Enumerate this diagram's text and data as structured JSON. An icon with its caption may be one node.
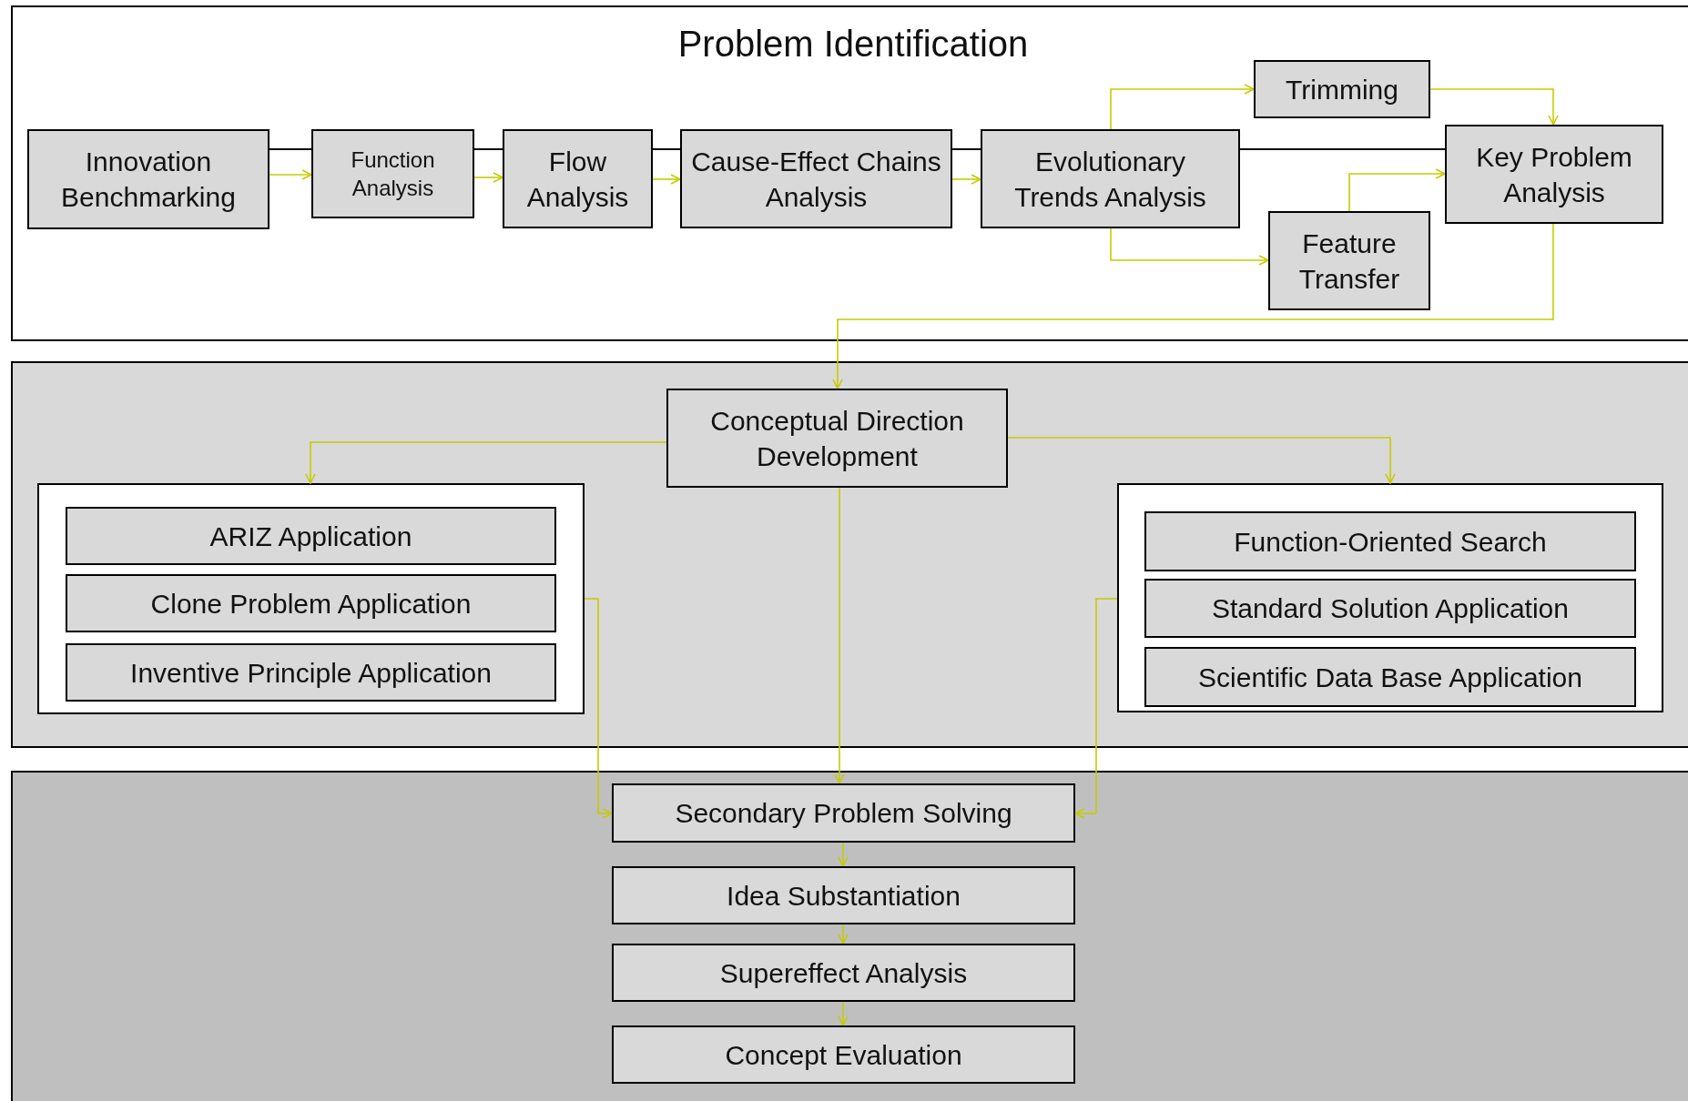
{
  "diagram": {
    "nodes": [
      {
        "text": [
          "Problem Identification"
        ]
      },
      {
        "text": [
          "Innovation Benchmarking"
        ],
        "in": 0
      },
      {
        "text": [
          "Function Analysis"
        ],
        "in": 0
      },
      {
        "text": [
          "Flow Analysis"
        ],
        "in": 0
      },
      {
        "text": [
          "Cause-Effect Chains Analysis"
        ],
        "in": 0
      },
      {
        "text": [
          "Evolutionary Trends Analysis"
        ],
        "in": 0
      },
      {
        "text": [
          "Trimming"
        ],
        "in": 0
      },
      {
        "text": [
          "Key Problem Analysis"
        ],
        "in": 0
      },
      {
        "text": [
          "Feature Transfer"
        ],
        "in": 0
      },
      {
        "text": [],
        "shape": "box"
      },
      {
        "text": [
          "Conceptual Direction Development"
        ],
        "in": 9
      },
      {
        "text": [],
        "shape": "box",
        "in": 9
      },
      {
        "text": [
          "ARIZ Application"
        ],
        "in": 11
      },
      {
        "text": [
          "Clone Problem Application"
        ],
        "in": 11
      },
      {
        "text": [
          "Inventive Principle Application"
        ],
        "in": 11
      },
      {
        "text": [],
        "shape": "box",
        "in": 9
      },
      {
        "text": [
          "Function-Oriented Search"
        ],
        "in": 15
      },
      {
        "text": [
          "Standard Solution Application"
        ],
        "in": 15
      },
      {
        "text": [
          "Scientific Data Base Application"
        ],
        "in": 15
      },
      {
        "text": [],
        "shape": "box"
      },
      {
        "text": [
          "Secondary Problem Solving"
        ],
        "in": 19
      },
      {
        "text": [
          "Idea Substantiation"
        ],
        "in": 19
      },
      {
        "text": [
          "Supereffect Analysis"
        ],
        "in": 19
      },
      {
        "text": [
          "Concept Evaluation"
        ],
        "in": 19
      }
    ],
    "edges": [
      {
        "from": 1,
        "to": 2,
        "arrow": "none",
        "color": "#000000"
      },
      {
        "from": 2,
        "to": 3,
        "arrow": "none",
        "color": "#000000"
      },
      {
        "from": 3,
        "to": 4,
        "arrow": "none",
        "color": "#000000"
      },
      {
        "from": 4,
        "to": 5,
        "arrow": "none",
        "color": "#000000"
      },
      {
        "from": 5,
        "to": 7,
        "arrow": "none",
        "color": "#000000"
      },
      {
        "from": 1,
        "to": 2,
        "arrow": "to"
      },
      {
        "from": 2,
        "to": 3,
        "arrow": "to"
      },
      {
        "from": 3,
        "to": 4,
        "arrow": "to"
      },
      {
        "from": 4,
        "to": 5,
        "arrow": "to"
      },
      {
        "from": 5,
        "to": 6,
        "arrow": "to"
      },
      {
        "from": 5,
        "to": 8,
        "arrow": "to"
      },
      {
        "from": 6,
        "to": 7,
        "arrow": "to"
      },
      {
        "from": 8,
        "to": 7,
        "arrow": "to"
      },
      {
        "from": 7,
        "to": 10,
        "arrow": "to"
      },
      {
        "from": 10,
        "to": 11,
        "arrow": "to"
      },
      {
        "from": 10,
        "to": 15,
        "arrow": "to"
      },
      {
        "from": 10,
        "to": 20,
        "arrow": "to"
      },
      {
        "from": 11,
        "to": 20,
        "arrow": "to"
      },
      {
        "from": 15,
        "to": 20,
        "arrow": "to"
      },
      {
        "from": 20,
        "to": 21,
        "arrow": "to"
      },
      {
        "from": 21,
        "to": 22,
        "arrow": "to"
      },
      {
        "from": 22,
        "to": 23,
        "arrow": "to"
      }
    ]
  }
}
